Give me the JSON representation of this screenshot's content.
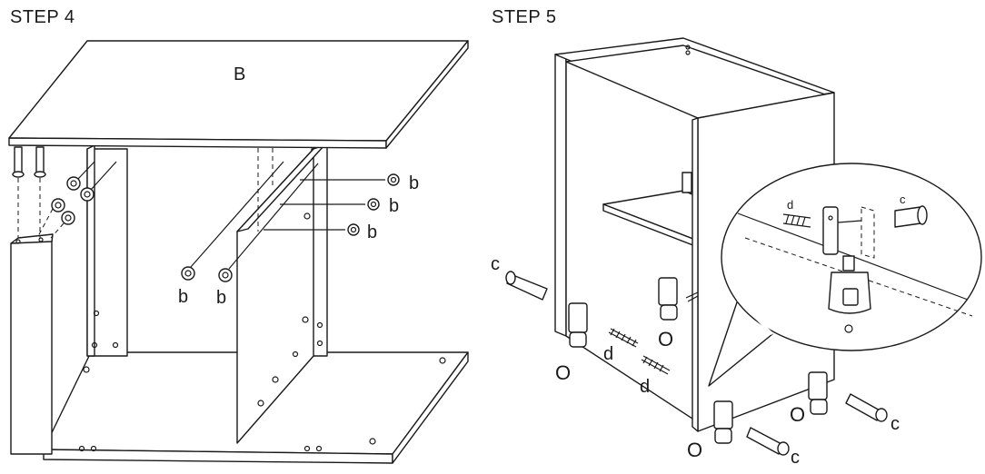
{
  "steps": [
    {
      "title": "STEP 4",
      "panel_label": "B",
      "fitting_label": "b"
    },
    {
      "title": "STEP 5",
      "fitting_labels": {
        "dowel": "c",
        "screw": "d",
        "cam": "O"
      }
    }
  ]
}
